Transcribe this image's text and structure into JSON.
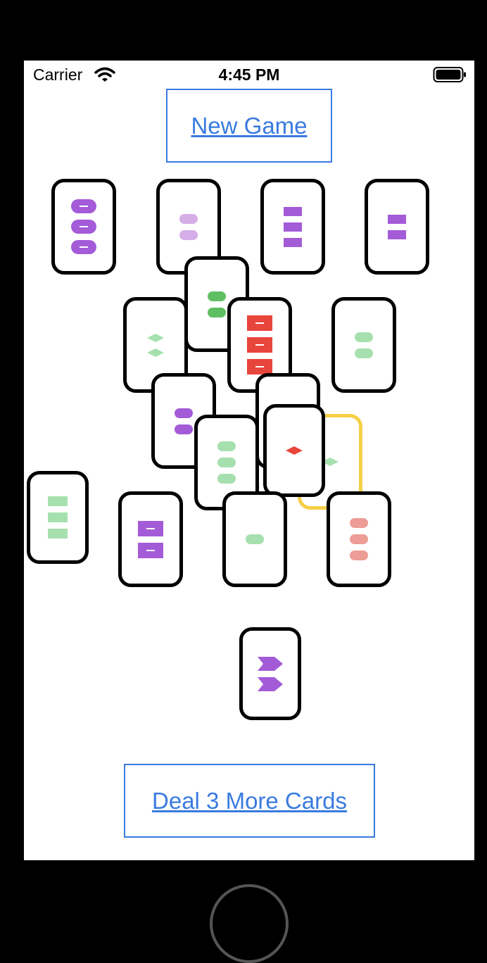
{
  "status_bar": {
    "carrier": "Carrier",
    "time": "4:45 PM",
    "wifi_icon": "wifi-icon",
    "battery_icon": "battery-icon"
  },
  "buttons": {
    "new_game": "New Game",
    "deal_more": "Deal 3 More Cards"
  },
  "colors": {
    "purple": "#a35bd8",
    "light_purple": "#d5aee8",
    "green": "#5ebf62",
    "light_green": "#a6e0ae",
    "red": "#e8453c",
    "light_red": "#ee9c96",
    "selection": "#f5cf47",
    "button_blue": "#3a7be0"
  },
  "cards": [
    {
      "id": "c1",
      "count": 3,
      "shape": "oval",
      "shading": "solid",
      "color": "purple"
    },
    {
      "id": "c2",
      "count": 2,
      "shape": "oval",
      "shading": "light",
      "color": "purple"
    },
    {
      "id": "c3",
      "count": 3,
      "shape": "square",
      "shading": "solid",
      "color": "purple"
    },
    {
      "id": "c4",
      "count": 2,
      "shape": "square",
      "shading": "solid",
      "color": "purple"
    },
    {
      "id": "c5",
      "count": 2,
      "shape": "oval",
      "shading": "solid",
      "color": "green"
    },
    {
      "id": "c6",
      "count": 2,
      "shape": "diamond",
      "shading": "light",
      "color": "green"
    },
    {
      "id": "c7",
      "count": 3,
      "shape": "square",
      "shading": "solid",
      "color": "red"
    },
    {
      "id": "c8",
      "count": 2,
      "shape": "oval",
      "shading": "light",
      "color": "green"
    },
    {
      "id": "c9",
      "count": 2,
      "shape": "oval",
      "shading": "solid",
      "color": "purple"
    },
    {
      "id": "c10",
      "count": 0,
      "shape": "none",
      "shading": "solid",
      "color": "purple"
    },
    {
      "id": "c11",
      "count": 1,
      "shape": "diamond",
      "shading": "light",
      "color": "green",
      "selected": true
    },
    {
      "id": "c12",
      "count": 3,
      "shape": "oval",
      "shading": "light",
      "color": "green"
    },
    {
      "id": "c13",
      "count": 1,
      "shape": "diamond",
      "shading": "solid",
      "color": "red"
    },
    {
      "id": "c14",
      "count": 3,
      "shape": "square",
      "shading": "light",
      "color": "green"
    },
    {
      "id": "c15",
      "count": 2,
      "shape": "square",
      "shading": "solid",
      "color": "purple"
    },
    {
      "id": "c16",
      "count": 1,
      "shape": "oval",
      "shading": "light",
      "color": "green"
    },
    {
      "id": "c17",
      "count": 3,
      "shape": "oval",
      "shading": "light",
      "color": "red"
    },
    {
      "id": "c18",
      "count": 2,
      "shape": "arrow",
      "shading": "solid",
      "color": "purple"
    }
  ]
}
